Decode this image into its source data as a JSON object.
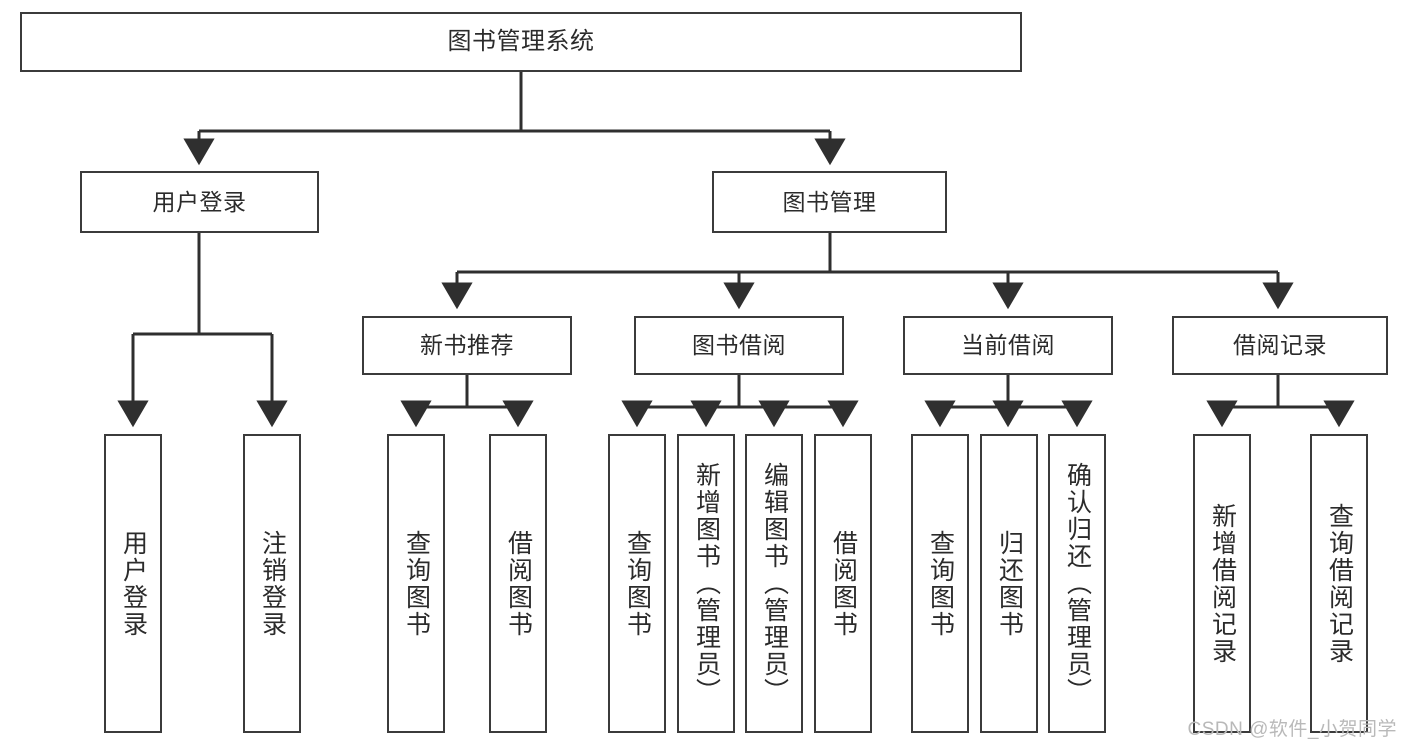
{
  "diagram": {
    "title": "图书管理系统",
    "type": "tree-hierarchy-chart",
    "watermark": "CSDN @软件_小贺同学",
    "colors": {
      "box_border": "#3b3b3b",
      "box_fill": "#ffffff",
      "edge": "#2f2f2f",
      "text": "#2b2b2b",
      "watermark_text": "#b9b9b9",
      "background": "#ffffff"
    },
    "levels": {
      "root": {
        "label": "图书管理系统"
      },
      "level1": [
        {
          "label": "用户登录"
        },
        {
          "label": "图书管理"
        }
      ],
      "level2": [
        {
          "label": "新书推荐"
        },
        {
          "label": "图书借阅"
        },
        {
          "label": "当前借阅"
        },
        {
          "label": "借阅记录"
        }
      ],
      "leaves": {
        "user_login": [
          {
            "label": "用户登录"
          },
          {
            "label": "注销登录"
          }
        ],
        "new_book_recommend": [
          {
            "label": "查询图书"
          },
          {
            "label": "借阅图书"
          }
        ],
        "book_borrow": [
          {
            "label": "查询图书"
          },
          {
            "label": "新增图书（管理员）"
          },
          {
            "label": "编辑图书（管理员）"
          },
          {
            "label": "借阅图书"
          }
        ],
        "current_borrow": [
          {
            "label": "查询图书"
          },
          {
            "label": "归还图书"
          },
          {
            "label": "确认归还（管理员）"
          }
        ],
        "borrow_record": [
          {
            "label": "新增借阅记录"
          },
          {
            "label": "查询借阅记录"
          }
        ]
      }
    }
  }
}
